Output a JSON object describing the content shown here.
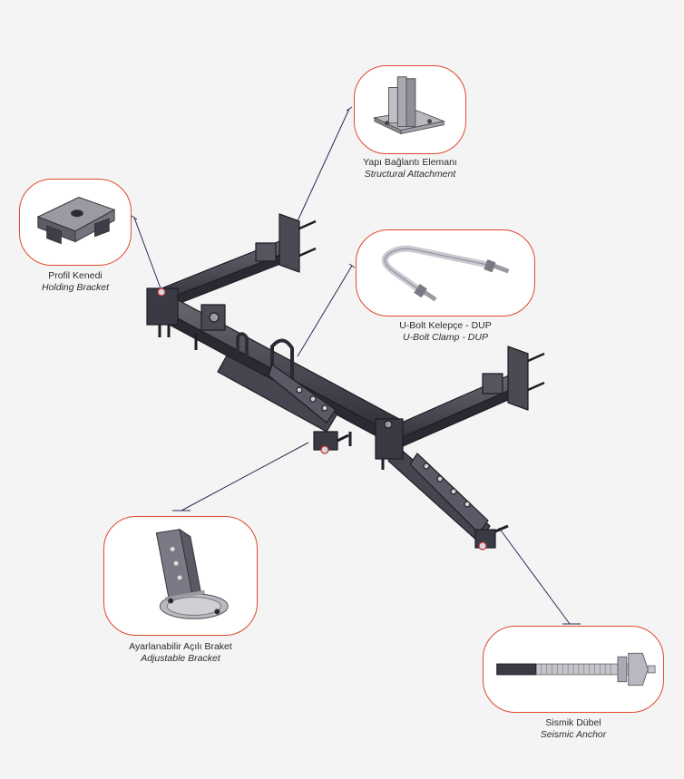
{
  "colors": {
    "background": "#f4f4f5",
    "callout_border": "#e0482c",
    "leader_line": "#2c2c55",
    "steel": "#3e3e48"
  },
  "callouts": {
    "structural_attachment": {
      "label_tr": "Yapı Bağlantı Elemanı",
      "label_en": "Structural Attachment"
    },
    "holding_bracket": {
      "label_tr": "Profil Kenedi",
      "label_en": "Holding Bracket"
    },
    "u_bolt_clamp": {
      "label_tr": "U-Bolt Kelepçe - DUP",
      "label_en": "U-Bolt Clamp - DUP"
    },
    "adjustable_bracket": {
      "label_tr": "Ayarlanabilir Açılı Braket",
      "label_en": "Adjustable Bracket"
    },
    "seismic_anchor": {
      "label_tr": "Sismik Dübel",
      "label_en": "Seismic Anchor"
    }
  }
}
